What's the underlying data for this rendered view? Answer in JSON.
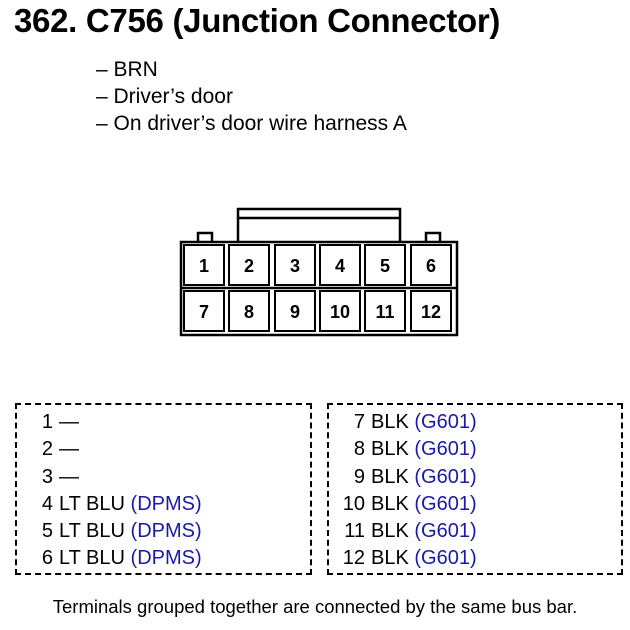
{
  "header": {
    "title": "362. C756 (Junction Connector)"
  },
  "details": [
    "– BRN",
    "– Driver’s door",
    "– On driver’s door wire harness A"
  ],
  "connector": {
    "top_row": [
      "1",
      "2",
      "3",
      "4",
      "5",
      "6"
    ],
    "bottom_row": [
      "7",
      "8",
      "9",
      "10",
      "11",
      "12"
    ]
  },
  "pins_left": [
    {
      "num": "1",
      "wire": "—",
      "ref": ""
    },
    {
      "num": "2",
      "wire": "—",
      "ref": ""
    },
    {
      "num": "3",
      "wire": "—",
      "ref": ""
    },
    {
      "num": "4",
      "wire": "LT BLU",
      "ref": "(DPMS)"
    },
    {
      "num": "5",
      "wire": "LT BLU",
      "ref": "(DPMS)"
    },
    {
      "num": "6",
      "wire": "LT BLU",
      "ref": "(DPMS)"
    }
  ],
  "pins_right": [
    {
      "num": "7",
      "wire": "BLK",
      "ref": "(G601)"
    },
    {
      "num": "8",
      "wire": "BLK",
      "ref": "(G601)"
    },
    {
      "num": "9",
      "wire": "BLK",
      "ref": "(G601)"
    },
    {
      "num": "10",
      "wire": "BLK",
      "ref": "(G601)"
    },
    {
      "num": "11",
      "wire": "BLK",
      "ref": "(G601)"
    },
    {
      "num": "12",
      "wire": "BLK",
      "ref": "(G601)"
    }
  ],
  "footer": "Terminals grouped together are connected by the same bus bar.",
  "colors": {
    "text": "#000000",
    "reference": "#1a1aa8"
  }
}
